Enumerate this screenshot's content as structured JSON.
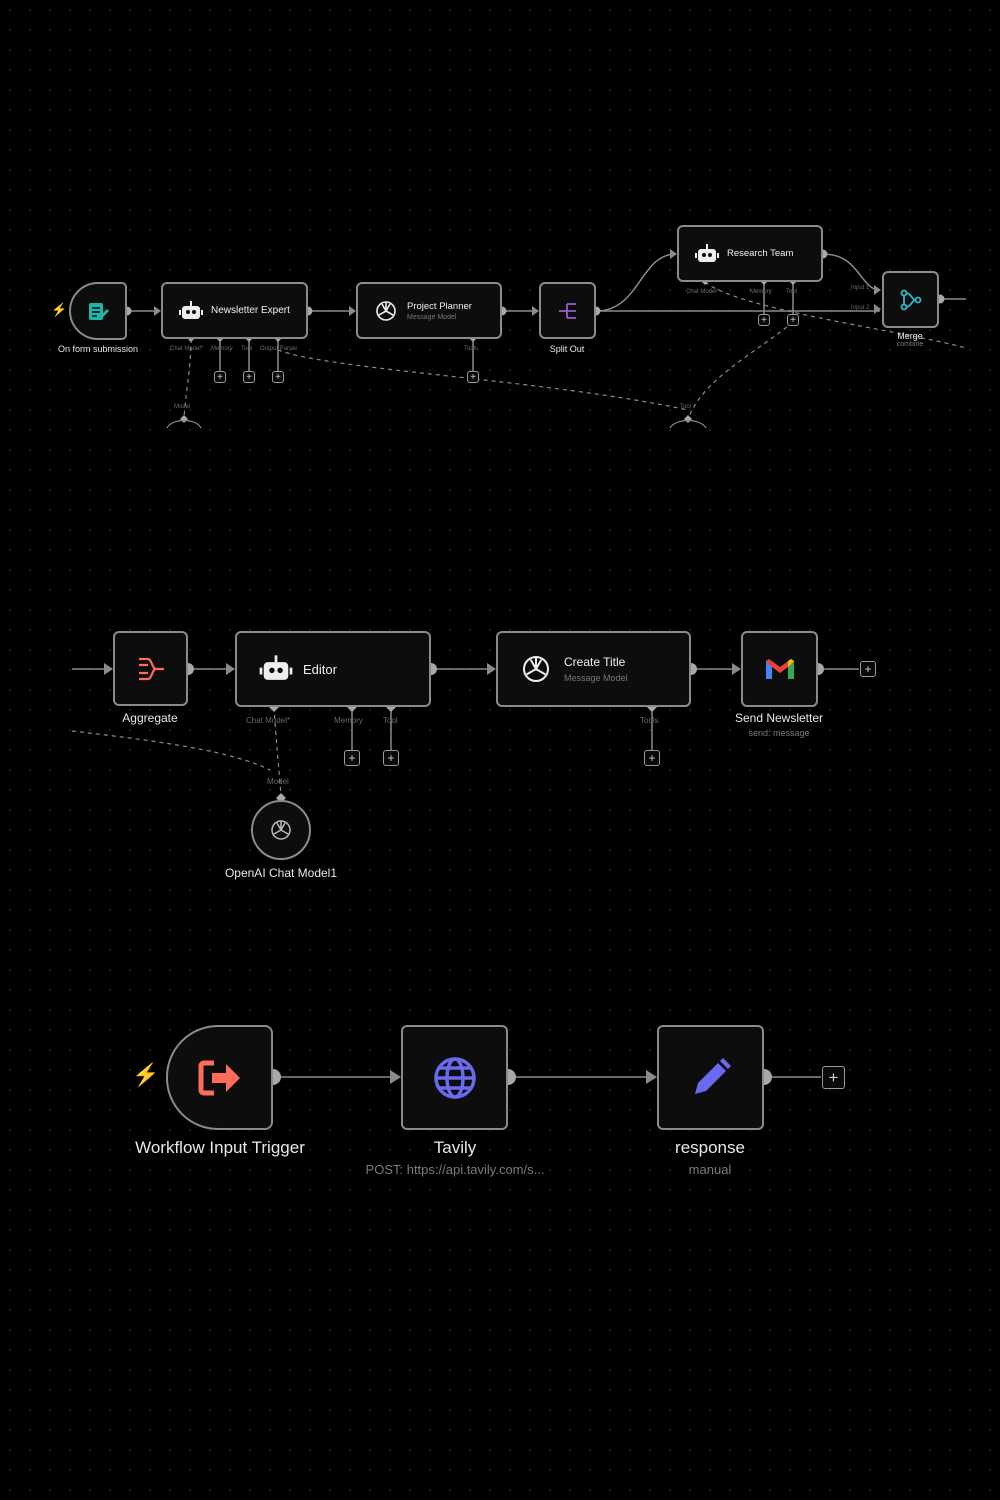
{
  "workflow1": {
    "form_trigger": {
      "label": "On form submission",
      "icon": "form-icon",
      "color": "#1fb6a6"
    },
    "newsletter_expert": {
      "title": "Newsletter Expert",
      "icon": "robot-icon",
      "ports": [
        "Chat Model*",
        "Memory",
        "Tool",
        "Output Parser"
      ]
    },
    "project_planner": {
      "title": "Project Planner",
      "subtitle": "Message Model",
      "icon": "openai-icon",
      "ports": [
        "Tools"
      ]
    },
    "split_out": {
      "label": "Split Out",
      "icon": "split-icon",
      "color": "#9b59d0"
    },
    "research_team": {
      "title": "Research Team",
      "icon": "robot-icon",
      "ports": [
        "Chat Model*",
        "Memory",
        "Tool"
      ]
    },
    "merge": {
      "label": "Merge",
      "sublabel": "combine",
      "icon": "merge-icon",
      "color": "#36b7c9",
      "inputs": [
        "Input 1",
        "Input 2"
      ]
    },
    "model_stub_1": "Model",
    "model_stub_2": "Tool"
  },
  "workflow2": {
    "aggregate": {
      "label": "Aggregate",
      "icon": "aggregate-icon",
      "color": "#ff6d5a"
    },
    "editor": {
      "title": "Editor",
      "icon": "robot-icon",
      "ports": [
        "Chat Model*",
        "Memory",
        "Tool"
      ]
    },
    "create_title": {
      "title": "Create Title",
      "subtitle": "Message Model",
      "icon": "openai-icon",
      "ports": [
        "Tools"
      ]
    },
    "send_newsletter": {
      "label": "Send Newsletter",
      "sublabel": "send: message",
      "icon": "gmail-icon"
    },
    "openai_model": {
      "label": "OpenAI Chat Model1",
      "icon": "openai-icon",
      "port": "Model"
    }
  },
  "workflow3": {
    "workflow_input": {
      "label": "Workflow Input Trigger",
      "icon": "exit-arrow-icon",
      "color": "#ff6d5a"
    },
    "tavily": {
      "label": "Tavily",
      "sublabel": "POST: https://api.tavily.com/s...",
      "icon": "globe-icon",
      "color": "#6a6af0"
    },
    "response": {
      "label": "response",
      "sublabel": "manual",
      "icon": "pencil-icon",
      "color": "#6a6af0"
    }
  }
}
